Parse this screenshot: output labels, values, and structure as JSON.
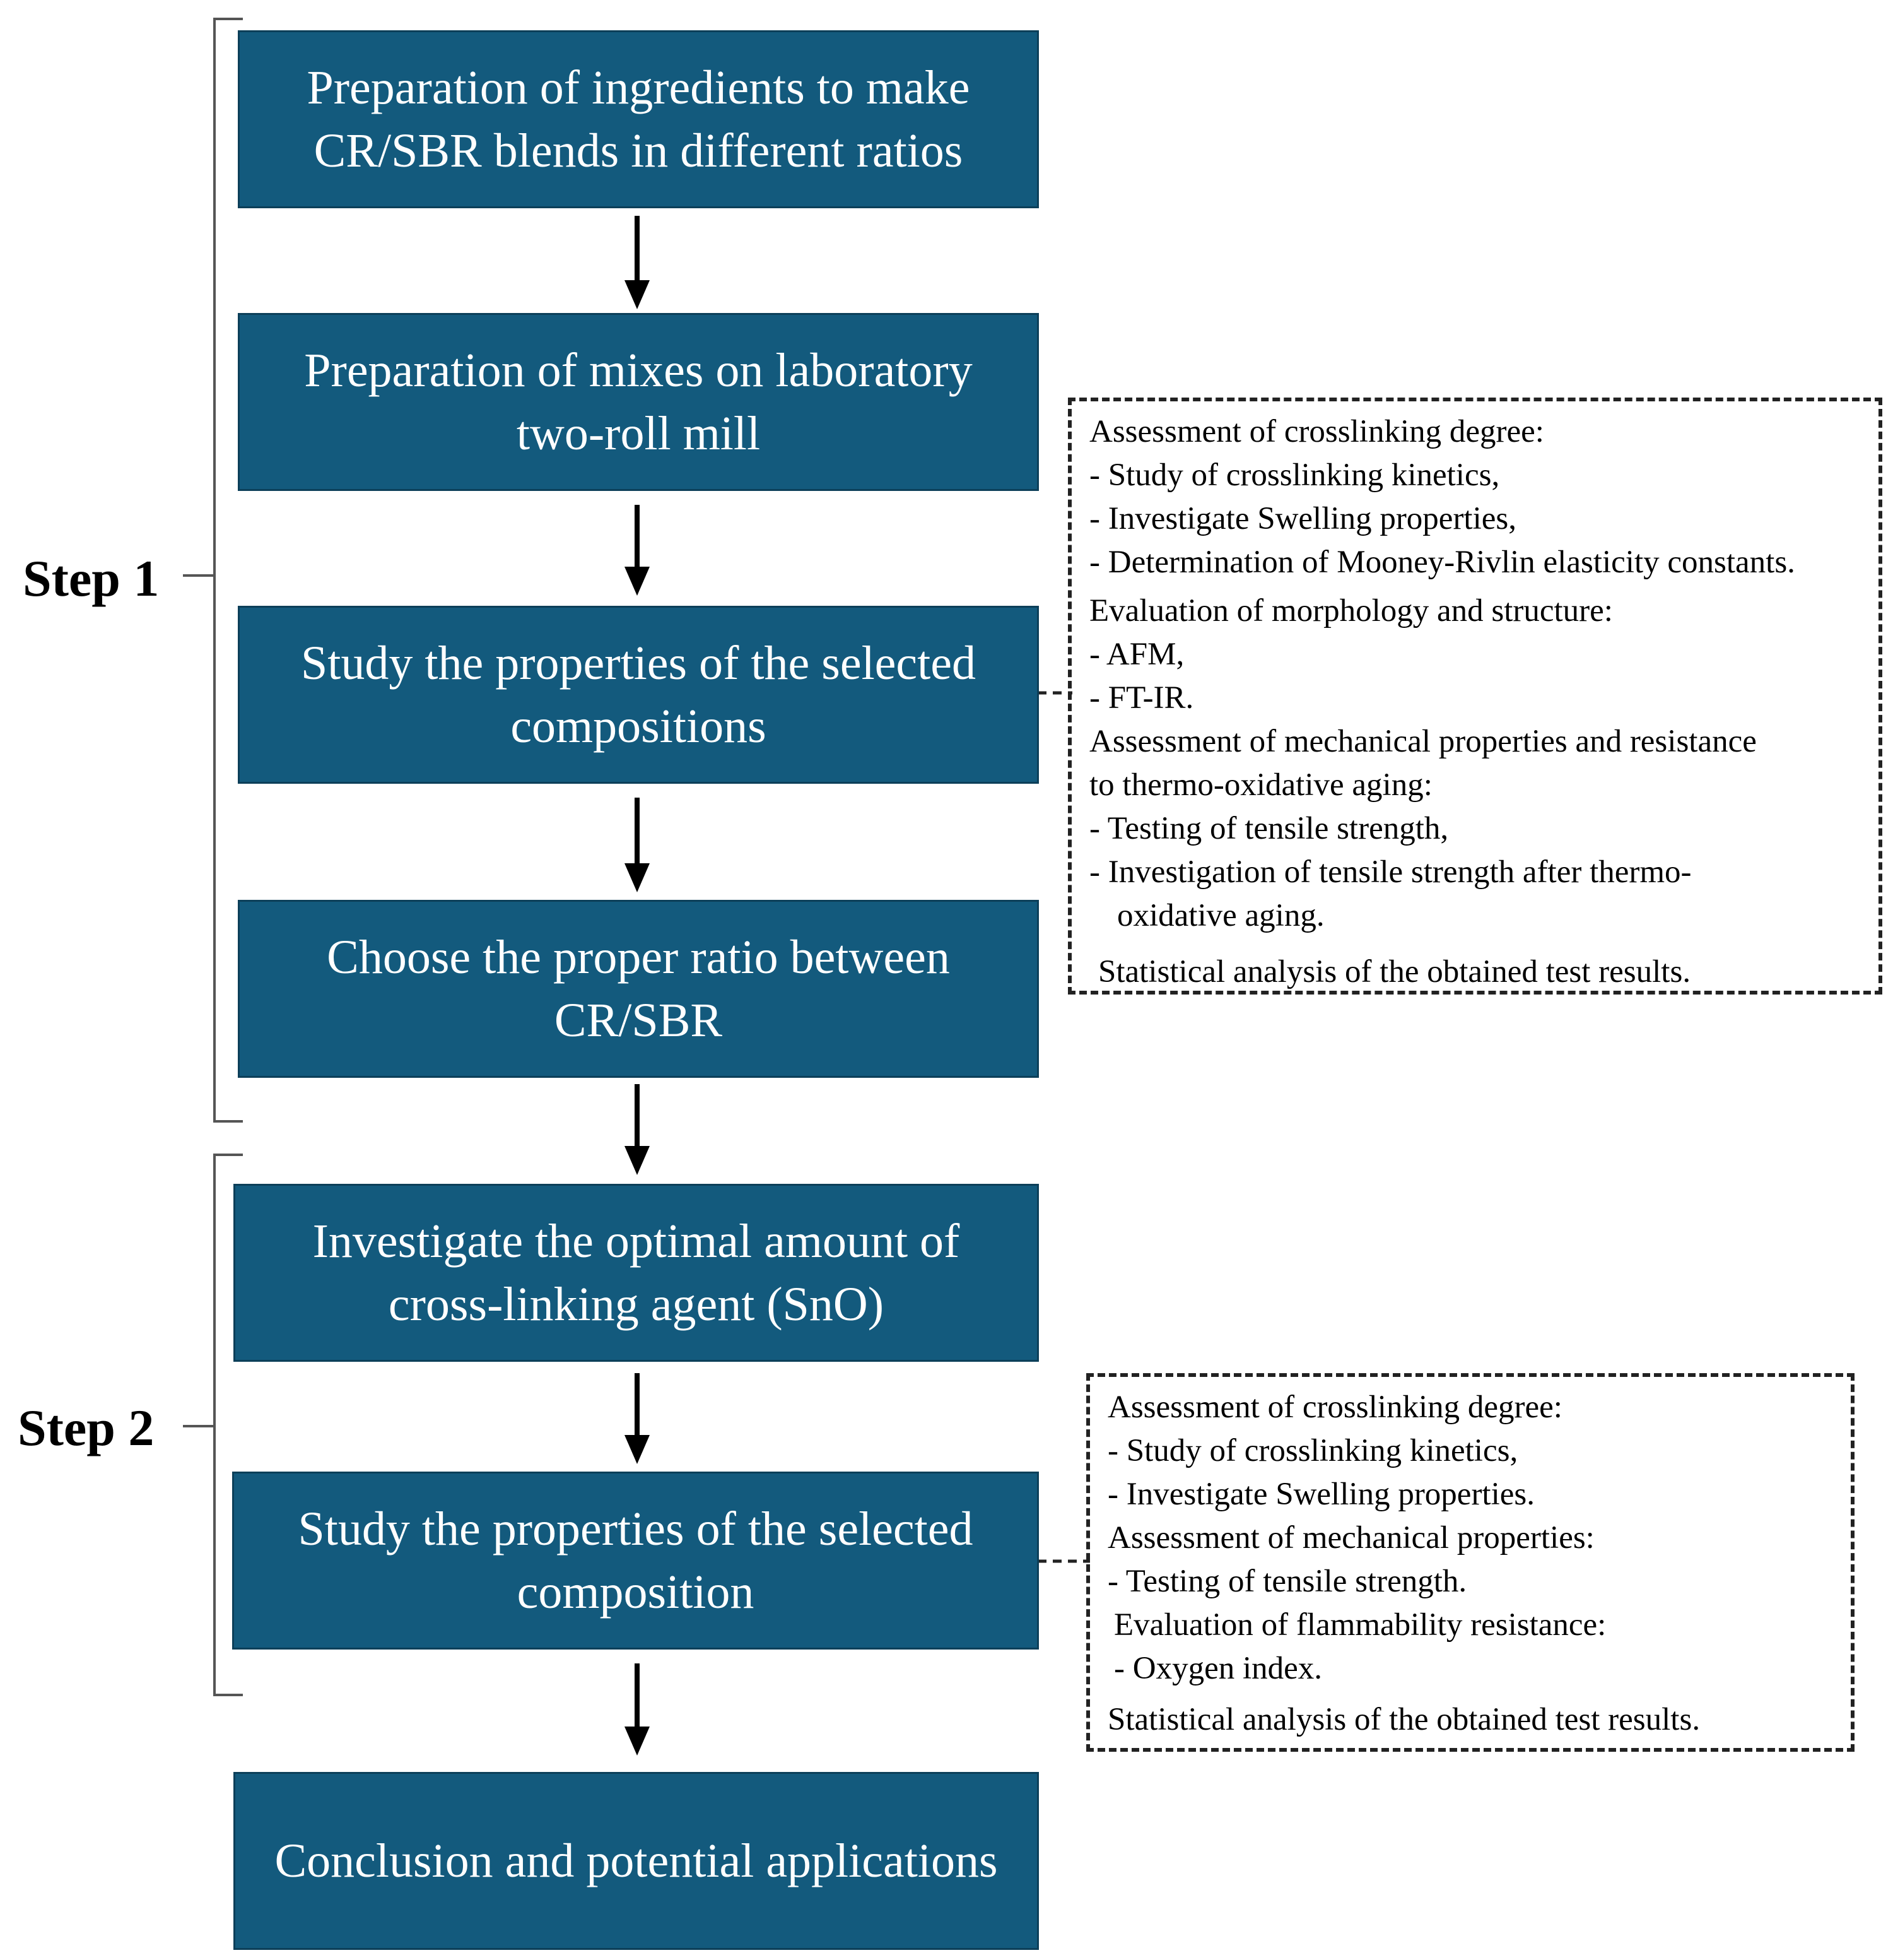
{
  "steps": [
    "Step 1",
    "Step 2"
  ],
  "boxes": [
    "Preparation of ingredients to make CR/SBR blends in different ratios",
    "Preparation of mixes on  laboratory two-roll mill",
    "Study the properties of the selected compositions",
    "Choose the proper ratio between CR/SBR",
    "Investigate the optimal amount of cross-linking agent (SnO)",
    "Study the properties of the selected composition",
    "Conclusion and potential applications"
  ],
  "notes1": [
    "Assessment of crosslinking degree:",
    "-  Study of crosslinking kinetics,",
    "-  Investigate Swelling properties,",
    "-  Determination of Mooney-Rivlin elasticity constants.",
    "Evaluation of morphology and structure:",
    "-  AFM,",
    "-  FT-IR.",
    "Assessment of mechanical properties and resistance",
    "to thermo-oxidative aging:",
    "-  Testing of tensile strength,",
    "-  Investigation  of  tensile  strength  after  thermo-",
    "oxidative aging.",
    "Statistical analysis of the obtained test results."
  ],
  "notes2": [
    "Assessment of crosslinking degree:",
    "-  Study of crosslinking kinetics,",
    "-  Investigate Swelling properties.",
    "Assessment of mechanical properties:",
    "-  Testing of tensile strength.",
    "Evaluation of flammability resistance:",
    "-  Oxygen index.",
    "Statistical analysis of the obtained test results."
  ],
  "colors": {
    "box_fill": "#135a7d",
    "box_text": "#ffffff"
  }
}
